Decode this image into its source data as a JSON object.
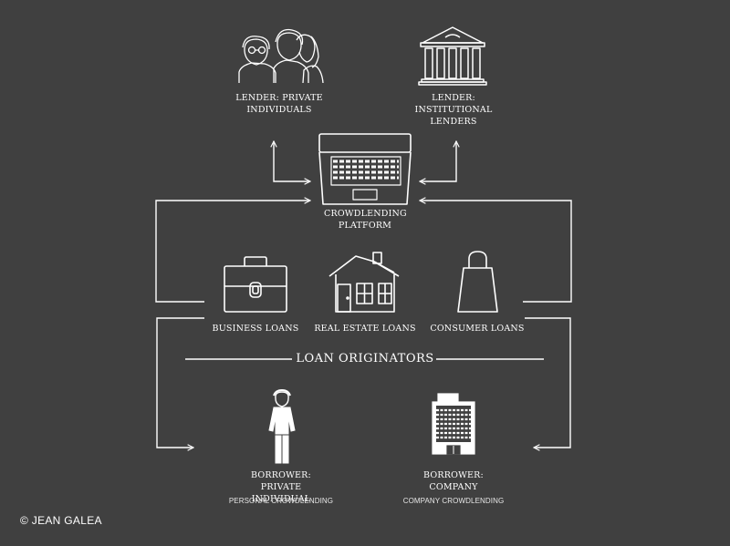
{
  "nodes": {
    "lender_private": "LENDER: PRIVATE INDIVIDUALS",
    "lender_institutional": "LENDER: INSTITUTIONAL LENDERS",
    "platform": "CROWDLENDING PLATFORM",
    "business_loans": "BUSINESS LOANS",
    "real_estate_loans": "REAL ESTATE LOANS",
    "consumer_loans": "CONSUMER LOANS",
    "loan_originators": "LOAN ORIGINATORS",
    "borrower_private": "BORROWER: PRIVATE INDIVIDUAL",
    "borrower_private_sub": "PERSONAL CROWDLENDING",
    "borrower_company": "BORROWER: COMPANY",
    "borrower_company_sub": "COMPANY CROWDLENDING"
  },
  "copyright": "© JEAN GALEA",
  "colors": {
    "background": "#404040",
    "foreground": "#ffffff"
  },
  "icons": [
    "people-icon",
    "bank-icon",
    "laptop-icon",
    "briefcase-icon",
    "house-icon",
    "shopping-bag-icon",
    "person-icon",
    "office-building-icon"
  ]
}
